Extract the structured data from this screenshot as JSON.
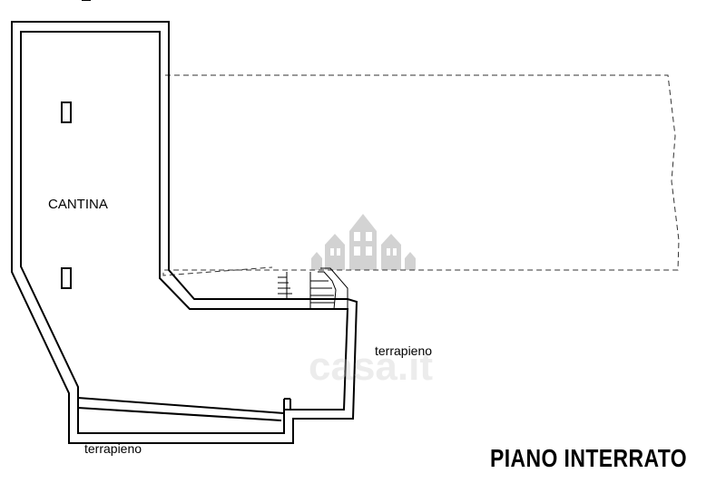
{
  "plan": {
    "room_label": "CANTINA",
    "fill_label_right": "terrapieno",
    "fill_label_bottom": "terrapieno",
    "floor_title": "PIANO INTERRATO"
  },
  "watermark": {
    "text": "casa.it",
    "icon": "houses-logo-icon"
  },
  "colors": {
    "wall": "#000000",
    "watermark": "#b4b4b4",
    "background": "#ffffff"
  }
}
